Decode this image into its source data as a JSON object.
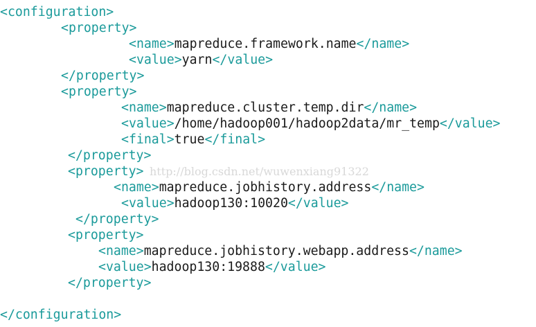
{
  "lines": [
    {
      "indent": 0,
      "open": "<configuration>",
      "text": "",
      "close": ""
    },
    {
      "indent": 88,
      "open": "<property>",
      "text": "",
      "close": ""
    },
    {
      "indent": 186,
      "open": "<name>",
      "text": "mapreduce.framework.name",
      "close": "</name>"
    },
    {
      "indent": 186,
      "open": "<value>",
      "text": "yarn",
      "close": "</value>"
    },
    {
      "indent": 88,
      "open": "</property>",
      "text": "",
      "close": ""
    },
    {
      "indent": 88,
      "open": "<property>",
      "text": "",
      "close": ""
    },
    {
      "indent": 175,
      "open": "<name>",
      "text": "mapreduce.cluster.temp.dir",
      "close": "</name>"
    },
    {
      "indent": 175,
      "open": "<value>",
      "text": "/home/hadoop001/hadoop2data/mr_temp",
      "close": "</value>"
    },
    {
      "indent": 175,
      "open": "<final>",
      "text": "true",
      "close": "</final>"
    },
    {
      "indent": 98,
      "open": "</property>",
      "text": "",
      "close": ""
    },
    {
      "indent": 98,
      "open": "<property>",
      "text": "",
      "close": ""
    },
    {
      "indent": 164,
      "open": "<name>",
      "text": "mapreduce.jobhistory.address",
      "close": "</name>"
    },
    {
      "indent": 175,
      "open": "<value>",
      "text": "hadoop130:10020",
      "close": "</value>"
    },
    {
      "indent": 109,
      "open": "</property>",
      "text": "",
      "close": ""
    },
    {
      "indent": 98,
      "open": "<property>",
      "text": "",
      "close": ""
    },
    {
      "indent": 142,
      "open": "<name>",
      "text": "mapreduce.jobhistory.webapp.address",
      "close": "</name>"
    },
    {
      "indent": 142,
      "open": "<value>",
      "text": "hadoop130:19888",
      "close": "</value>"
    },
    {
      "indent": 98,
      "open": "</property>",
      "text": "",
      "close": ""
    },
    {
      "indent": 0,
      "open": "",
      "text": "",
      "close": ""
    },
    {
      "indent": 0,
      "open": "</configuration>",
      "text": "",
      "close": ""
    }
  ],
  "watermark": "http://blog.csdn.net/wuwenxiang91322",
  "colors": {
    "tag": "#1a9a9a",
    "text": "#1a1a1a",
    "background": "#ffffff",
    "watermark": "#d8d8d8"
  }
}
